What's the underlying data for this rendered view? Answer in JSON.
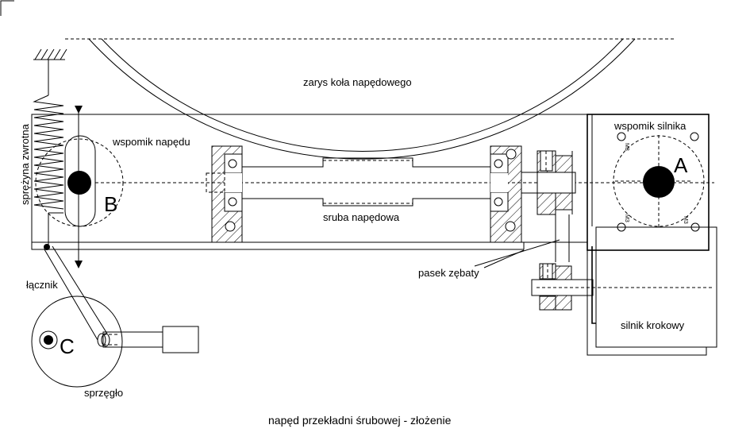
{
  "diagram": {
    "caption": "napęd przekładni śrubowej - złożenie",
    "labels": {
      "wheel_outline": "zarys koła napędowego",
      "drive_bracket": "wspomik napędu",
      "motor_bracket": "wspomik silnika",
      "drive_screw": "sruba napędowa",
      "toothed_belt": "pasek zębaty",
      "stepper_motor": "silnik krokowy",
      "connector": "łącznik",
      "clutch": "sprzęgło",
      "return_spring": "sprężyna zwrotna",
      "screw_size": "M3"
    },
    "points": {
      "a": "A",
      "b": "B",
      "c": "C"
    }
  }
}
